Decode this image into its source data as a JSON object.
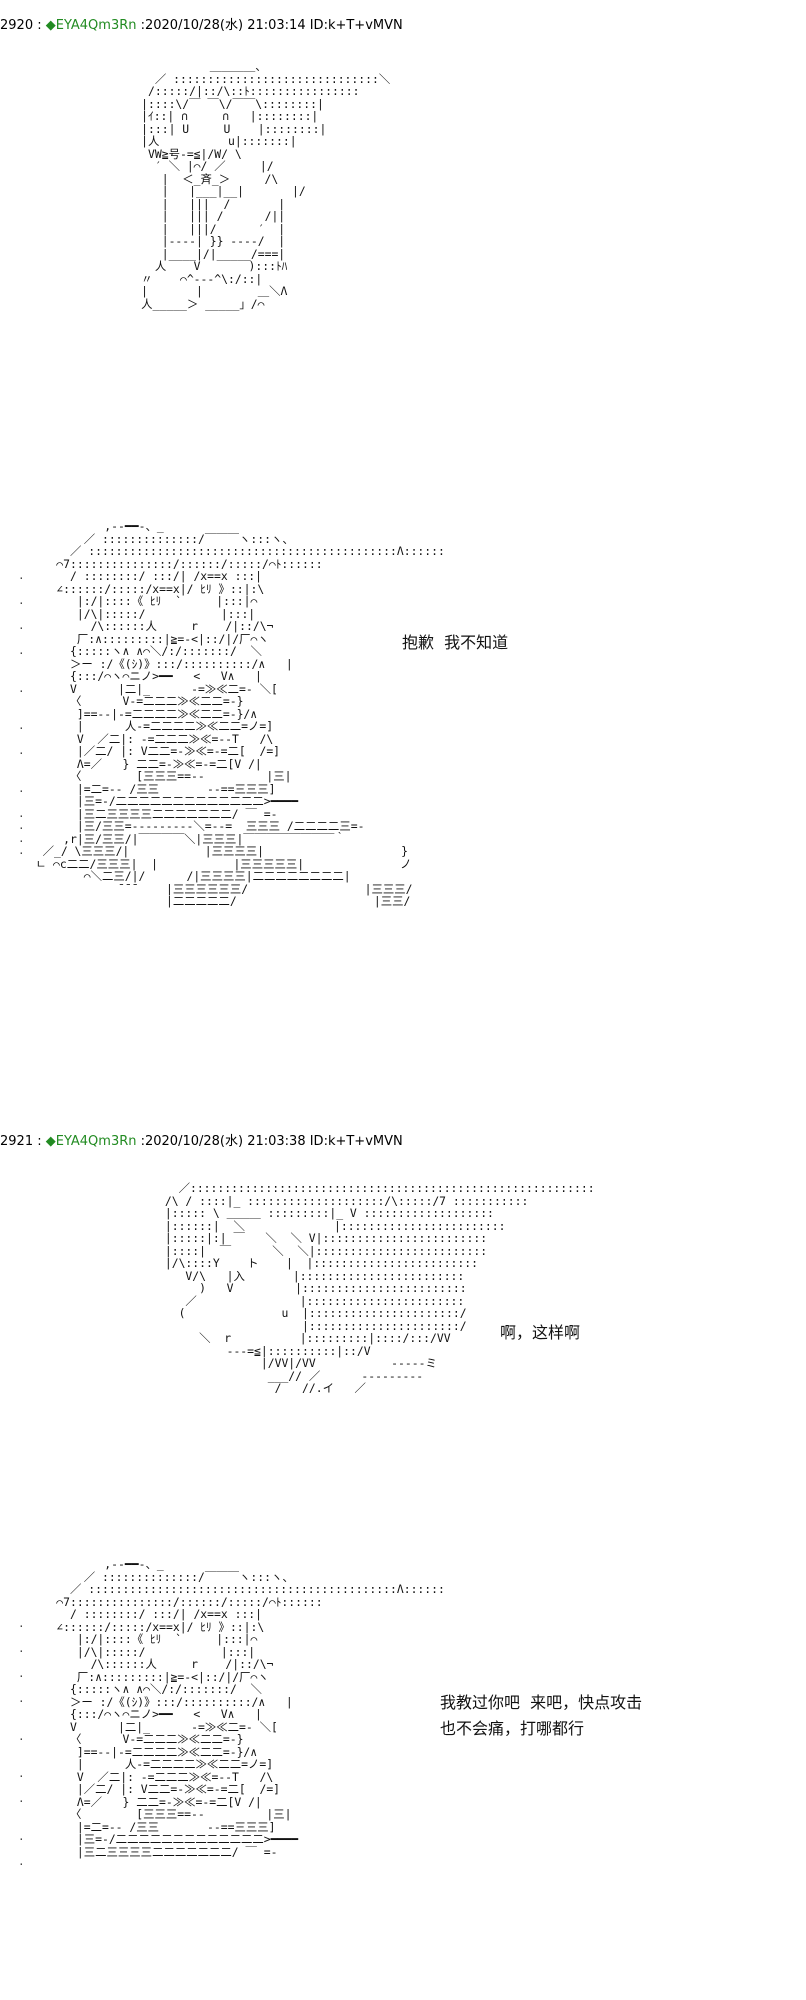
{
  "posts": [
    {
      "number": "2920 : ",
      "trip": "◆EYA4Qm3Rn",
      "meta": " :2020/10/28(水) 21:03:14 ID:k+T+vMVN",
      "panels": [
        {
          "art": "                ＿＿＿＿、\n        ／ ::::::::::::::::::::::::::::::＼\n       /:::::/|::/\\::ﾄ::::::::::::::::\n      |::::\\/￣ ￣\\/￣￣\\::::::::|\n      |ｲ::| ∩     ∩   |::::::::|\n      |:::| U     U    |::::::::|\n      |人          u|:::::::|\n       VW≧号-=≦|/W/ \\\n        ′ ＼ |⌒/ ／     |/\n         |  ＜_斉_＞     /\\\n         |   |___|__|       |/\n         |   |||  /       |\n         |   ||| /      /||\n         |   |||/      ′  |\n         |----| }} ----/  |\n         |____|/|_____/===|\n        人    V       ):::ﾄﾊ\n      〃    ⌒^‐‐‐^\\:/::|\n      |       |        ＿＼Λ\n      人_____＞ _____」/⌒",
          "dialogue": ""
        },
        {
          "art": "            ,-‐━━‐、_\n         ／ ::::::::::::::/￣￣￣ヽ:::ヽ、\n       ／ :::::::::::::::::::::::::::::::::::::::::::::Λ::::::\n     ⌒7:::::::::::::::/::::::/:::::/⌒ﾄ::::::\n       / ::::::::/ :::/| /x==x :::|\n     ∠::::::/:::::/x==x|/ ﾋﾘ 》::|:\\\n        |:/|::::《 ﾋﾘ  `     |:::|⌒\n        |/\\|:::::/           |:::|\n          /\\::::::人     r    /|::/\\¬\n        厂:∧:::::::::|≧=-<|::/|/厂⌒ヽ\n       {:::::ヽ∧ ∧⌒＼/:/:::::::/  ＼\n       ＞ー :/《(ｼ)》:::/::::::::::/∧   |\n       {:::/⌒ヽ⌒ニノ>━━   <   V∧   |\n       V      |二|_      -=≫≪二=- ＼[\n       〈      V-=二二二≫≪二二=-}\n        ]==-‐|-=二二二二≫≪二二=-}/∧\n        |      人-=二二二二≫≪二二=ノ=]\n        V  ／二|: -=二二二≫≪=-‐T   /\\\n        |／二/ |: V二二=-≫≪=-=二[  /=]\n        Λ=／   } 二二=-≫≪=-=二[V /|\n       〈        [三三三==--         |三|\n        |=二=-- /三三       --==三三三]\n        |三=-/二二二二二二二二二二二二二>━━━━\n        |三二三三三三二二二二二二二/ ￣ =-\n        |三/三三=-‐‐‐‐‐‐‐‐＼=‐‐=  三三三 /二二二二三=-\n      ,r|三/三三/|￣￣￣￣＼|三三三|￣￣￣￣￣￣￣￣｀\n   ／_/ \\三三三/|           |三三三三|                    }\n  ㄴ ⌒c二二/三三三|  |           |三三三三三|              ノ\n         ⌒＼二三/|/      /|三三三三|二二二二二二二二|\n              ¯¯¯    |三三三三三三/                 |三三三/\n                     |二二二二二/                    |三三/",
          "dialogue": "抱歉  我不知道"
        }
      ]
    },
    {
      "number": "2921 : ",
      "trip": "◆EYA4Qm3Rn",
      "meta": " :2020/10/28(水) 21:03:38 ID:k+T+vMVN",
      "panels": [
        {
          "art": "          ／:::::::::::::::::::::::::::::::::::::::::::::::::::::::::::\n        /\\ / ::::|_ ::::::::::::::::::::/\\:::::/7 :::::::::::\n        |::::: \\ ＿＿＿ :::::::::|_ V :::::::::::::::::::\n        |::::::|  ＼             |::::::::::::::::::::::::\n        |:::::|:| ￣   ＼  ＼ V|::::::::::::::::::::::::\n        |::::|  ￣      ＼  ＼|:::::::::::::::::::::::::\n        |/\\::::Y    ト    |  |::::::::::::::::::::::::\n           V/\\   |入       |::::::::::::::::::::::::\n             )   V         |::::::::::::::::::::::::\n           ／               |:::::::::::::::::::::::\n          (              u  |::::::::::::::::::::::/\n                            |::::::::::::::::::::::/\n             ＼  r          |:::::::::|::::/:::/VV\n                 ---=≦|::::::::::|::/V\n                      |/VV|/VV           -----ミ\n                       ___// ／      ---------\n                        /   //.イ   ／",
          "dialogue": "啊，这样啊"
        },
        {
          "art": "            ,-‐━━‐、_\n         ／ ::::::::::::::/￣￣￣ヽ:::ヽ、\n       ／ :::::::::::::::::::::::::::::::::::::::::::::Λ::::::\n     ⌒7:::::::::::::::/::::::/:::::/⌒ﾄ::::::\n       / ::::::::/ :::/| /x==x :::|\n     ∠::::::/:::::/x==x|/ ﾋﾘ 》::|:\\\n        |:/|::::《 ﾋﾘ  `     |:::|⌒\n        |/\\|:::::/           |:::|\n          /\\::::::人     r    /|::/\\¬\n        厂:∧:::::::::|≧=-<|::/|/厂⌒ヽ\n       {:::::ヽ∧ ∧⌒＼/:/:::::::/  ＼\n       ＞ー :/《(ｼ)》:::/::::::::::/∧   |\n       {:::/⌒ヽ⌒ニノ>━━   <   V∧   |\n       V      |二|_      -=≫≪二=- ＼[\n       〈      V-=二二二≫≪二二=-}\n        ]==-‐|-=二二二二≫≪二二=-}/∧\n        |      人-=二二二二≫≪二二=ノ=]\n        V  ／二|: -=二二二≫≪=-‐T   /\\\n        |／二/ |: V二二=-≫≪=-=二[  /=]\n        Λ=／   } 二二=-≫≪=-=二[V /|\n       〈        [三三三==--         |三|\n        |=二=-- /三三       --==三三三]\n        |三=-/二二二二二二二二二二二二二>━━━━\n        |三二三三三三二二二二二二二/ ￣ =-",
          "dialogue": "我教过你吧  来吧，快点攻击\n也不会痛，打哪都行"
        }
      ]
    }
  ]
}
